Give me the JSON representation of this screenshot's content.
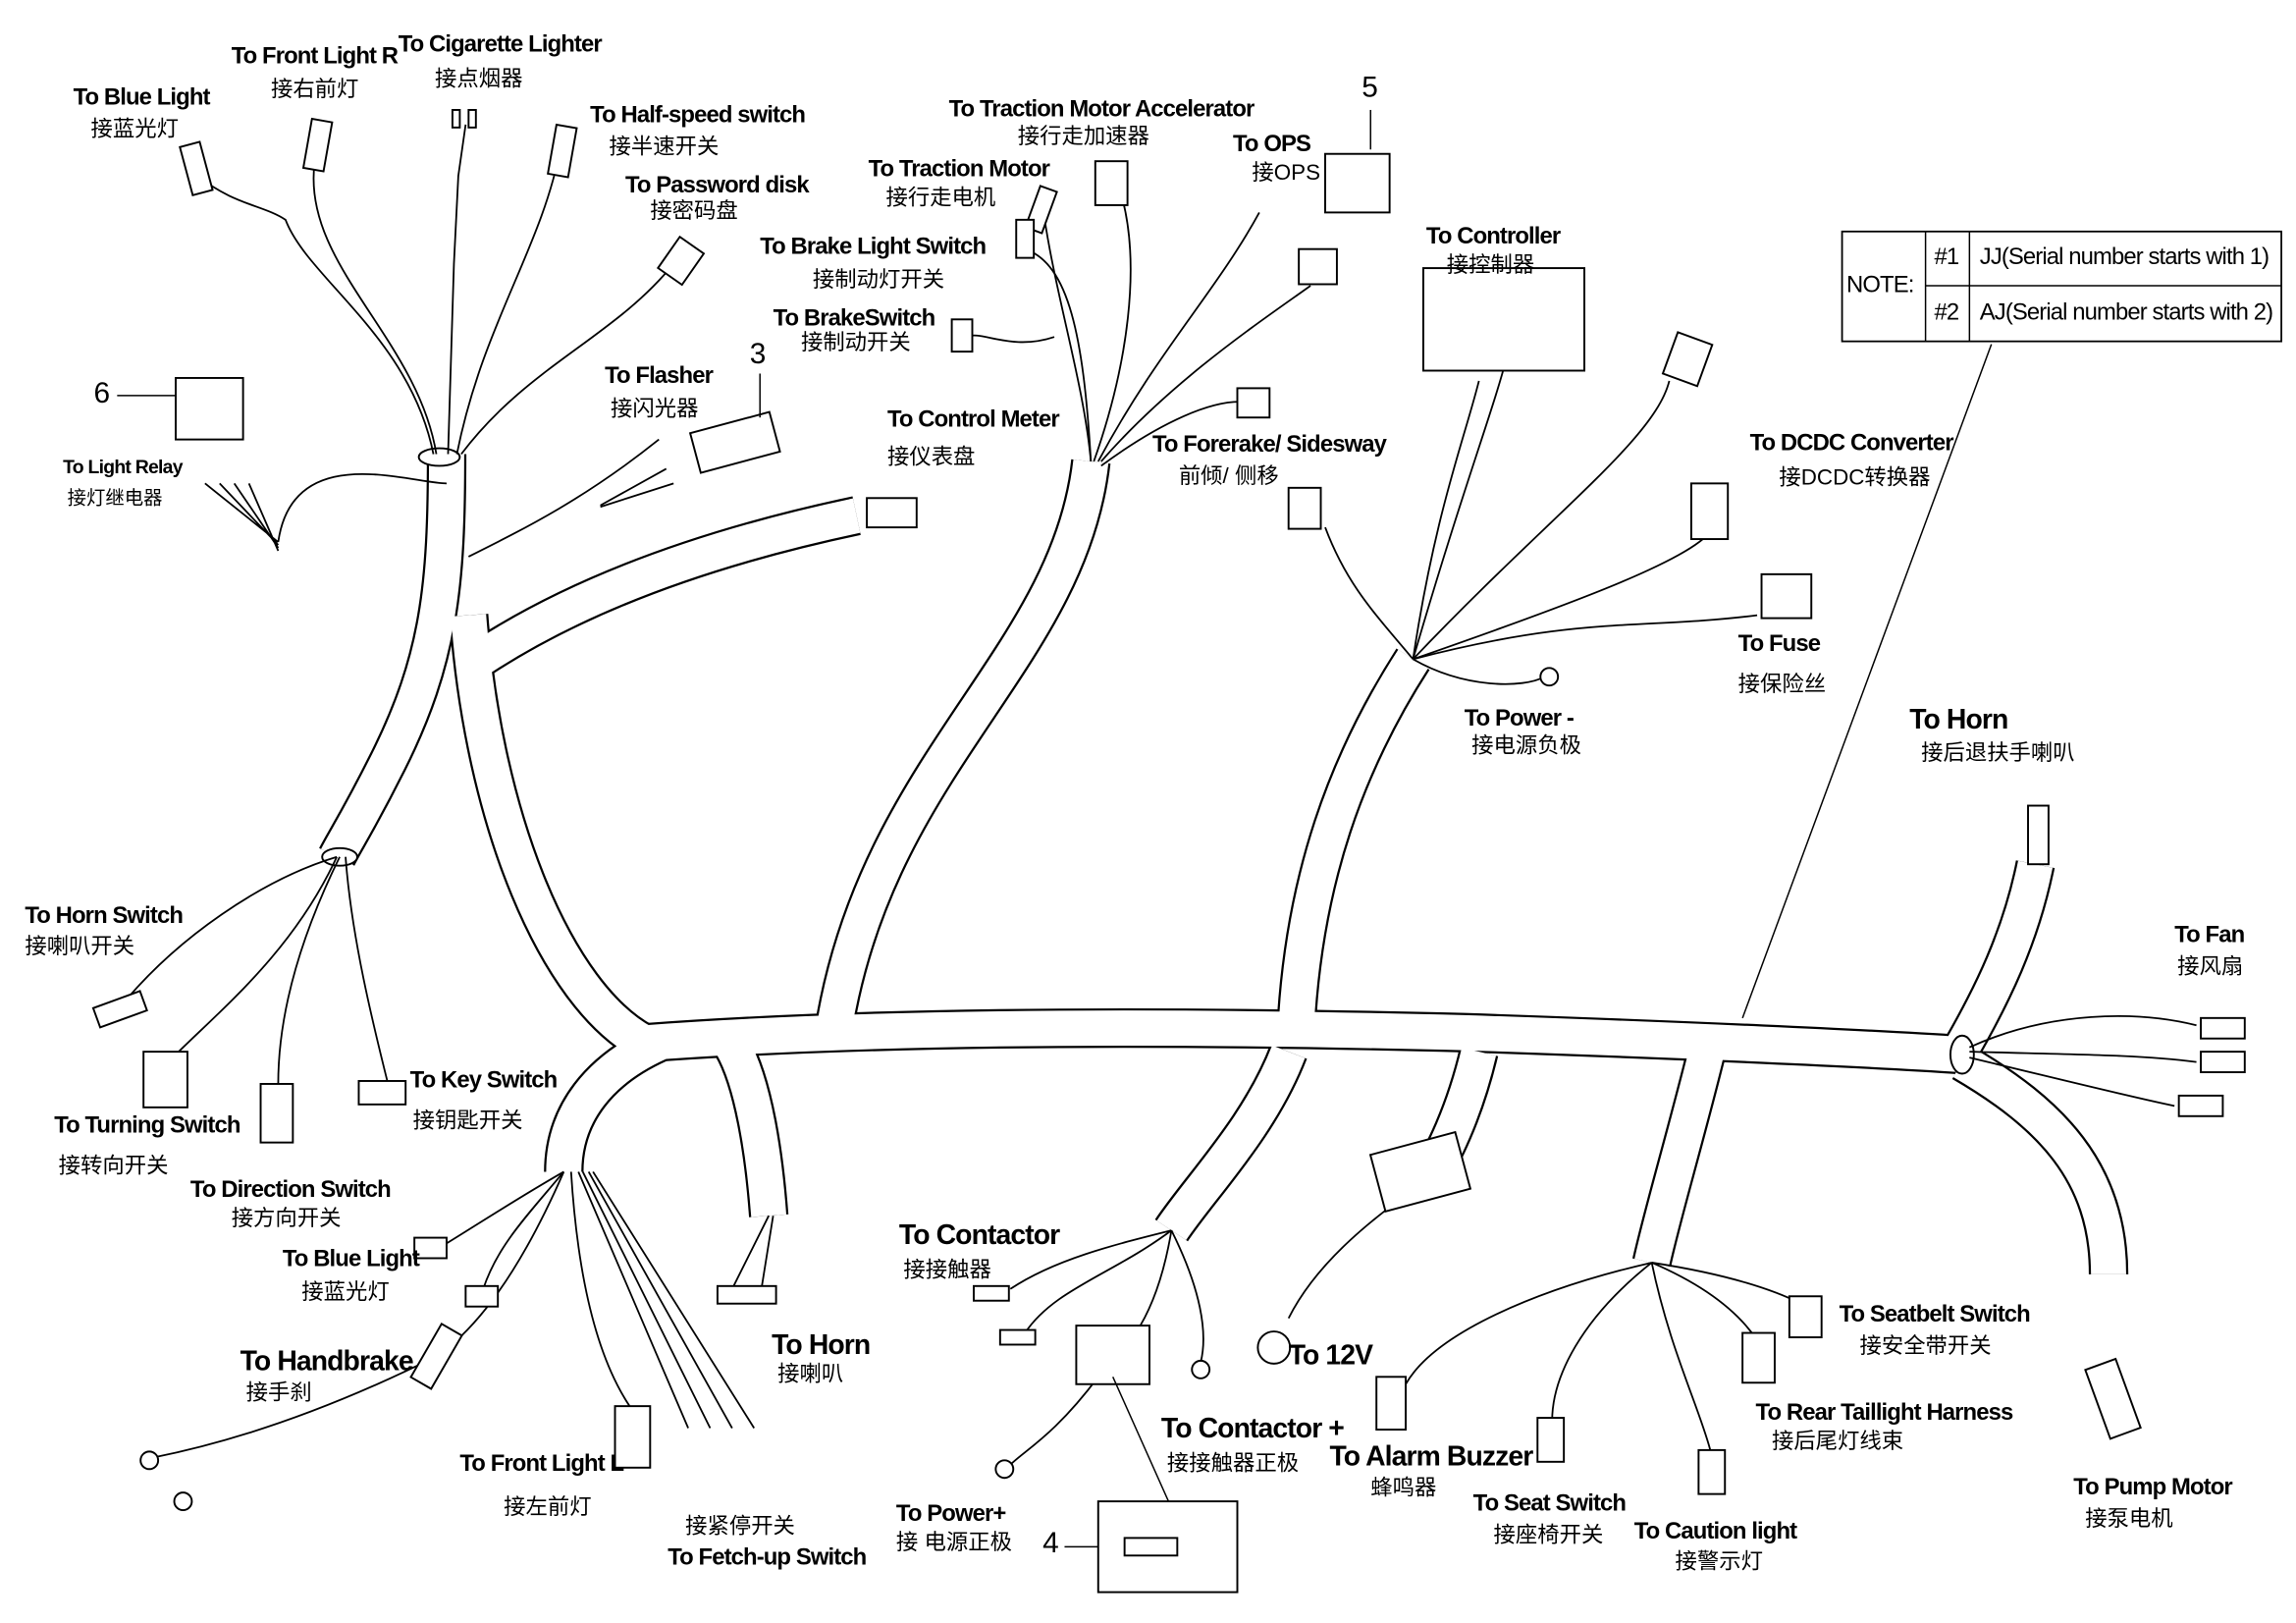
{
  "labels": {
    "blue_light_r": {
      "en": "To Blue Light",
      "cn": "接蓝光灯"
    },
    "front_light_r": {
      "en": "To Front Light R",
      "cn": "接右前灯"
    },
    "cigarette_lighter": {
      "en": "To Cigarette Lighter",
      "cn": "接点烟器"
    },
    "half_speed_switch": {
      "en": "To Half-speed switch",
      "cn": "接半速开关"
    },
    "password_disk": {
      "en": "To Password disk",
      "cn": "接密码盘"
    },
    "flasher": {
      "en": "To Flasher",
      "cn": "接闪光器"
    },
    "light_relay": {
      "en": "To Light Relay",
      "cn": "接灯继电器"
    },
    "control_meter": {
      "en": "To Control Meter",
      "cn": "接仪表盘"
    },
    "traction_motor_accelerator": {
      "en": "To Traction Motor Accelerator",
      "cn": "接行走加速器"
    },
    "traction_motor": {
      "en": "To Traction Motor",
      "cn": "接行走电机"
    },
    "brake_light_switch": {
      "en": "To Brake Light Switch",
      "cn": "接制动灯开关"
    },
    "brake_switch": {
      "en": "To BrakeSwitch",
      "cn": "接制动开关"
    },
    "ops": {
      "en": "To OPS",
      "cn": "接OPS"
    },
    "controller": {
      "en": "To  Controller",
      "cn": "接控制器"
    },
    "forerake_sidesway": {
      "en": "To  Forerake/ Sidesway",
      "cn": "前倾/ 侧移"
    },
    "dcdc_converter": {
      "en": "To DCDC Converter",
      "cn": "接DCDC转换器"
    },
    "fuse": {
      "en": "To Fuse",
      "cn": "接保险丝"
    },
    "power_negative": {
      "en": "To Power -",
      "cn": "接电源负极"
    },
    "horn_rear": {
      "en": "To Horn",
      "cn": "接后退扶手喇叭"
    },
    "fan": {
      "en": "To Fan",
      "cn": "接风扇"
    },
    "horn_switch": {
      "en": "To Horn Switch",
      "cn": "接喇叭开关"
    },
    "turning_switch": {
      "en": "To Turning Switch",
      "cn": "接转向开关"
    },
    "direction_switch": {
      "en": "To Direction Switch",
      "cn": "接方向开关"
    },
    "key_switch": {
      "en": "To Key Switch",
      "cn": "接钥匙开关"
    },
    "blue_light_l": {
      "en": "To Blue Light",
      "cn": "接蓝光灯"
    },
    "handbrake": {
      "en": "To Handbrake",
      "cn": "接手刹"
    },
    "front_light_l": {
      "en": "To Front Light L",
      "cn": "接左前灯"
    },
    "fetch_up_switch": {
      "en": "To Fetch-up Switch",
      "cn": "接紧停开关"
    },
    "horn_front": {
      "en": "To Horn",
      "cn": "接喇叭"
    },
    "contactor": {
      "en": "To  Contactor",
      "cn": "接接触器"
    },
    "contactor_plus": {
      "en": "To  Contactor +",
      "cn": "接接触器正极"
    },
    "power_positive": {
      "en": "To Power+",
      "cn": "接  电源正极"
    },
    "twelve_v": {
      "en": "To  12V"
    },
    "alarm_buzzer": {
      "en": "To Alarm Buzzer",
      "cn": "蜂鸣器"
    },
    "seat_switch": {
      "en": "To Seat Switch",
      "cn": "接座椅开关"
    },
    "caution_light": {
      "en": "To Caution light",
      "cn": "接警示灯"
    },
    "rear_taillight_harness": {
      "en": "To Rear Taillight Harness",
      "cn": "接后尾灯线束"
    },
    "seatbelt_switch": {
      "en": "To Seatbelt Switch",
      "cn": "接安全带开关"
    },
    "pump_motor": {
      "en": "To Pump Motor",
      "cn": "接泵电机"
    }
  },
  "callouts": {
    "flasher_num": "3",
    "fuse_num": "4",
    "ops_relay_num": "5",
    "light_relay_num": "6"
  },
  "note": {
    "title": "NOTE:",
    "rows": [
      {
        "id": "#1",
        "text": "JJ(Serial number starts with 1)"
      },
      {
        "id": "#2",
        "text": "AJ(Serial number starts with 2)"
      }
    ]
  }
}
